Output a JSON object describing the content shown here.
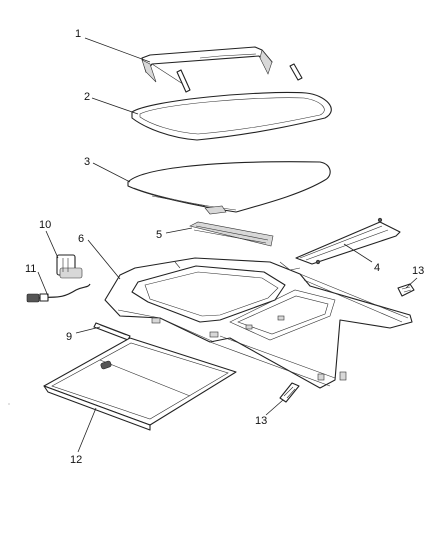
{
  "callouts": [
    {
      "id": "c1",
      "label": "1"
    },
    {
      "id": "c2",
      "label": "2"
    },
    {
      "id": "c3",
      "label": "3"
    },
    {
      "id": "c4",
      "label": "4"
    },
    {
      "id": "c5",
      "label": "5"
    },
    {
      "id": "c6",
      "label": "6"
    },
    {
      "id": "c9",
      "label": "9"
    },
    {
      "id": "c10",
      "label": "10"
    },
    {
      "id": "c11",
      "label": "11"
    },
    {
      "id": "c12",
      "label": "12"
    },
    {
      "id": "c13a",
      "label": "13"
    },
    {
      "id": "c13b",
      "label": "13"
    }
  ]
}
